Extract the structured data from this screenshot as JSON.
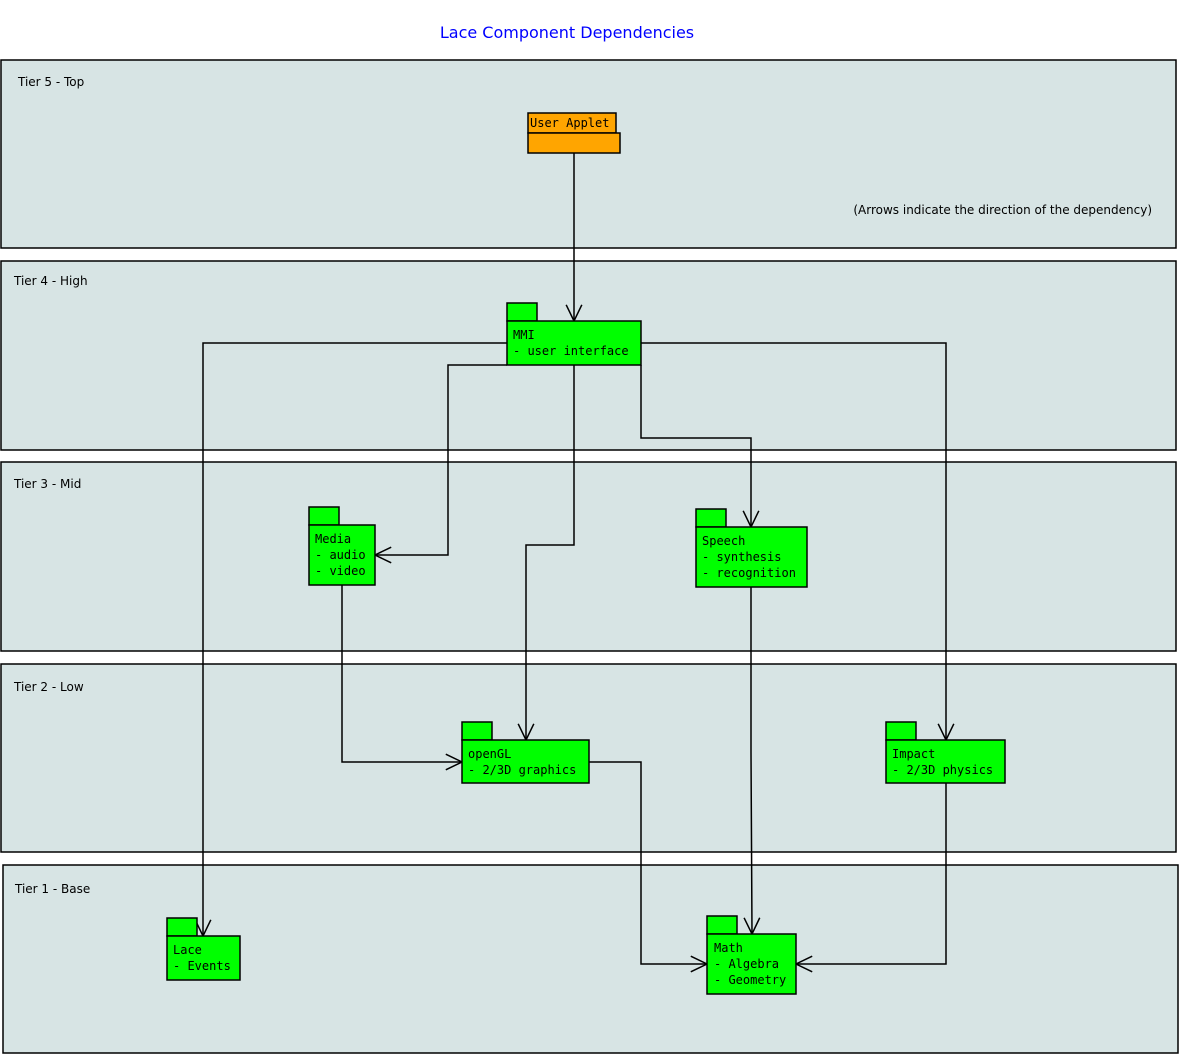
{
  "title": "Lace Component Dependencies",
  "note": "(Arrows indicate the direction of the dependency)",
  "colors": {
    "title": "#0000ff",
    "tier_fill": "#d7e4e4",
    "package": "#00ff00",
    "applet": "#ffa500"
  },
  "tiers": [
    {
      "label": "Tier 5 - Top"
    },
    {
      "label": "Tier 4 - High"
    },
    {
      "label": "Tier 3 - Mid"
    },
    {
      "label": "Tier 2 - Low"
    },
    {
      "label": "Tier 1 - Base"
    }
  ],
  "packages": {
    "applet": {
      "name": "User Applet"
    },
    "mmi": {
      "name": "MMI",
      "lines": [
        "- user interface"
      ]
    },
    "media": {
      "name": "Media",
      "lines": [
        "- audio",
        "- video"
      ]
    },
    "speech": {
      "name": "Speech",
      "lines": [
        "- synthesis",
        "- recognition"
      ]
    },
    "opengl": {
      "name": "openGL",
      "lines": [
        "- 2/3D graphics"
      ]
    },
    "impact": {
      "name": "Impact",
      "lines": [
        "- 2/3D physics"
      ]
    },
    "lace": {
      "name": "Lace",
      "lines": [
        "- Events"
      ]
    },
    "math": {
      "name": "Math",
      "lines": [
        "- Algebra",
        "- Geometry"
      ]
    }
  },
  "dependencies": [
    {
      "from": "User Applet",
      "to": "MMI"
    },
    {
      "from": "MMI",
      "to": "Lace"
    },
    {
      "from": "MMI",
      "to": "Media"
    },
    {
      "from": "MMI",
      "to": "openGL"
    },
    {
      "from": "MMI",
      "to": "Speech"
    },
    {
      "from": "MMI",
      "to": "Impact"
    },
    {
      "from": "Media",
      "to": "openGL"
    },
    {
      "from": "Speech",
      "to": "Math"
    },
    {
      "from": "openGL",
      "to": "Math"
    },
    {
      "from": "Impact",
      "to": "Math"
    }
  ]
}
